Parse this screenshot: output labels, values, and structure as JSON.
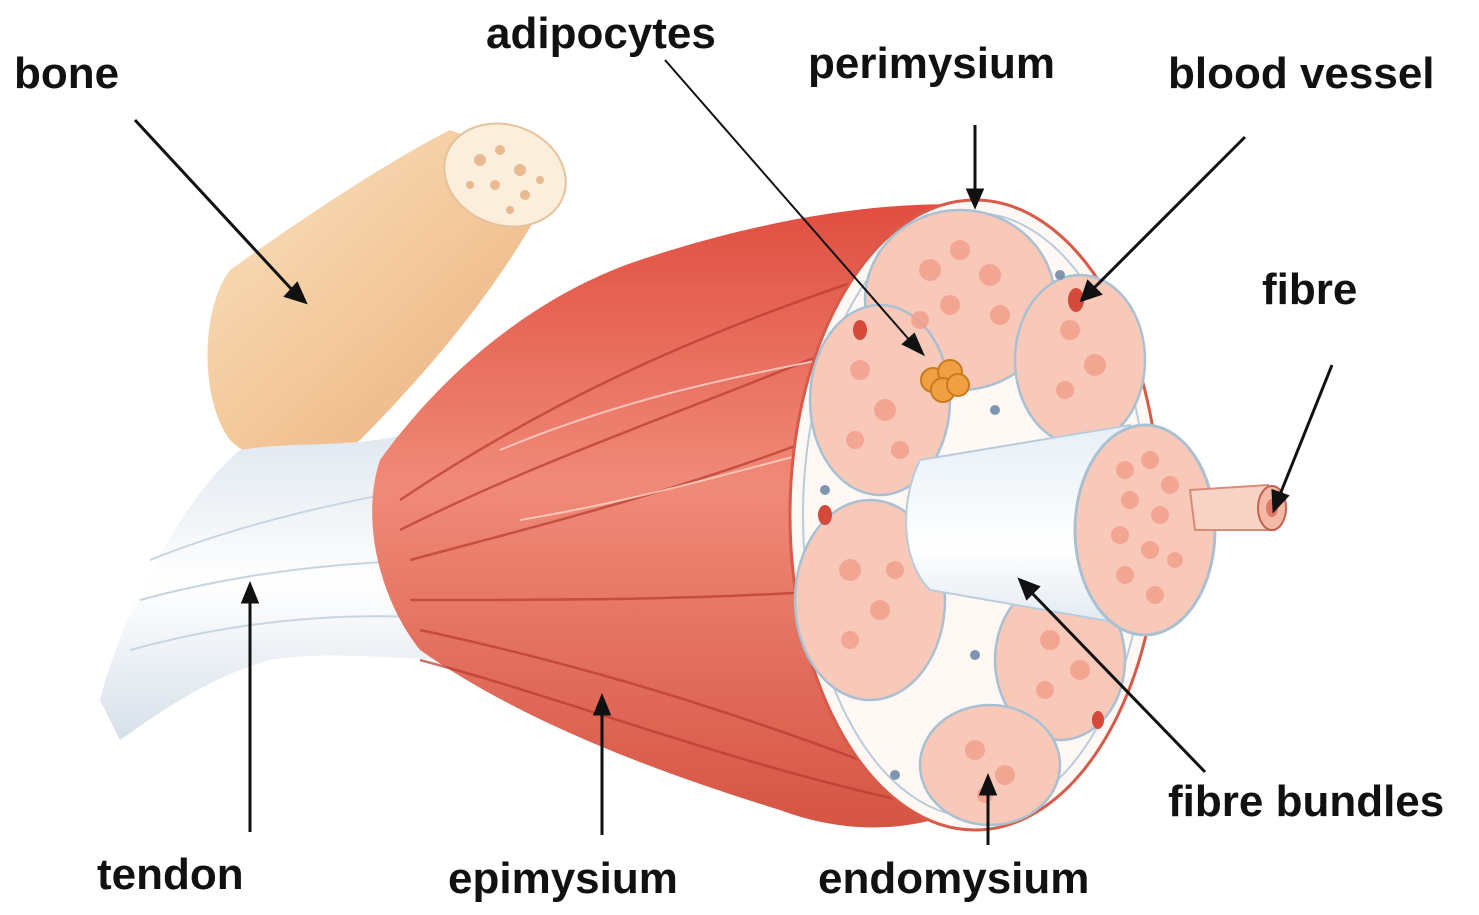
{
  "labels": {
    "bone": "bone",
    "adipocytes": "adipocytes",
    "perimysium": "perimysium",
    "blood_vessel": "blood vessel",
    "fibre": "fibre",
    "tendon": "tendon",
    "epimysium": "epimysium",
    "endomysium": "endomysium",
    "fibre_bundles": "fibre bundles"
  },
  "colors": {
    "muscle": "#e8705e",
    "muscle_dark": "#c9483a",
    "bone": "#f3c89a",
    "tendon": "#eef2f6",
    "fascicle_fill": "#f8c9b8",
    "fibre_cell": "#f2a08c",
    "sheath": "#f7f9fb",
    "adipocyte": "#f0a040",
    "arrow": "#111111"
  }
}
